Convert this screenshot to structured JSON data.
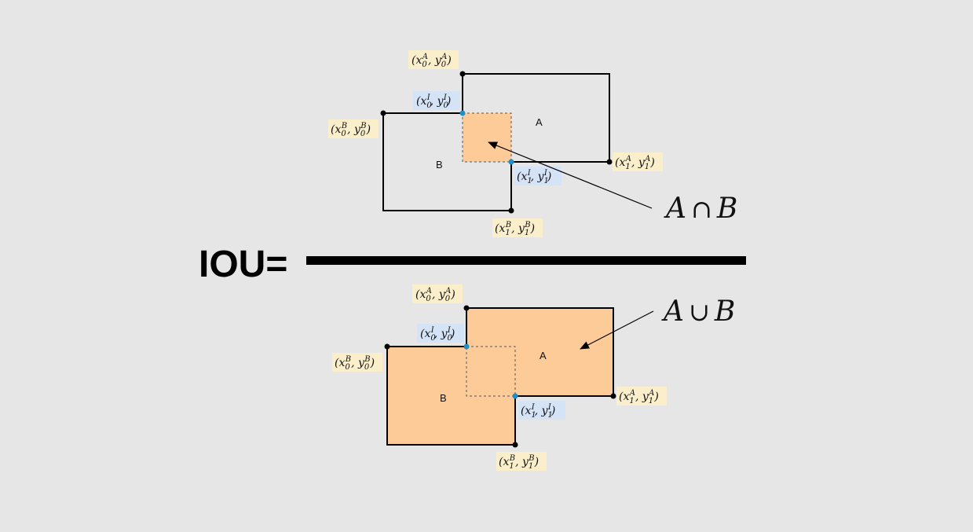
{
  "title": "IOU=",
  "colors": {
    "background": "#e6e6e6",
    "fill": "#fdcb98",
    "label_yellow": "#fbefcb",
    "label_blue": "#d5e3f7",
    "point_blue": "#1f8fc8",
    "stroke": "#000000"
  },
  "numerator": {
    "box_a_label": "A",
    "box_b_label": "B",
    "expr": {
      "left": "A",
      "op": "∩",
      "right": "B"
    },
    "corner_labels": {
      "a0": {
        "base": "(x",
        "sub1": "0",
        "sup1": "A",
        "mid": ", y",
        "sub2": "0",
        "sup2": "A",
        "end": ")"
      },
      "a1": {
        "base": "(x",
        "sub1": "1",
        "sup1": "A",
        "mid": ", y",
        "sub2": "1",
        "sup2": "A",
        "end": ")"
      },
      "b0": {
        "base": "(x",
        "sub1": "0",
        "sup1": "B",
        "mid": ", y",
        "sub2": "0",
        "sup2": "B",
        "end": ")"
      },
      "b1": {
        "base": "(x",
        "sub1": "1",
        "sup1": "B",
        "mid": ", y",
        "sub2": "1",
        "sup2": "B",
        "end": ")"
      },
      "i0": {
        "base": "(x",
        "sub1": "0",
        "sup1": "I",
        "mid": ", y",
        "sub2": "0",
        "sup2": "I",
        "end": ")"
      },
      "i1": {
        "base": "(x",
        "sub1": "1",
        "sup1": "I",
        "mid": ", y",
        "sub2": "1",
        "sup2": "I",
        "end": ")"
      }
    }
  },
  "denominator": {
    "box_a_label": "A",
    "box_b_label": "B",
    "expr": {
      "left": "A",
      "op": "∪",
      "right": "B"
    },
    "corner_labels": {
      "a0": {
        "base": "(x",
        "sub1": "0",
        "sup1": "A",
        "mid": ", y",
        "sub2": "0",
        "sup2": "A",
        "end": ")"
      },
      "a1": {
        "base": "(x",
        "sub1": "1",
        "sup1": "A",
        "mid": ", y",
        "sub2": "1",
        "sup2": "A",
        "end": ")"
      },
      "b0": {
        "base": "(x",
        "sub1": "0",
        "sup1": "B",
        "mid": ", y",
        "sub2": "0",
        "sup2": "B",
        "end": ")"
      },
      "b1": {
        "base": "(x",
        "sub1": "1",
        "sup1": "B",
        "mid": ", y",
        "sub2": "1",
        "sup2": "B",
        "end": ")"
      },
      "i0": {
        "base": "(x",
        "sub1": "0",
        "sup1": "I",
        "mid": ", y",
        "sub2": "0",
        "sup2": "I",
        "end": ")"
      },
      "i1": {
        "base": "(x",
        "sub1": "1",
        "sup1": "I",
        "mid": ", y",
        "sub2": "1",
        "sup2": "I",
        "end": ")"
      }
    }
  }
}
